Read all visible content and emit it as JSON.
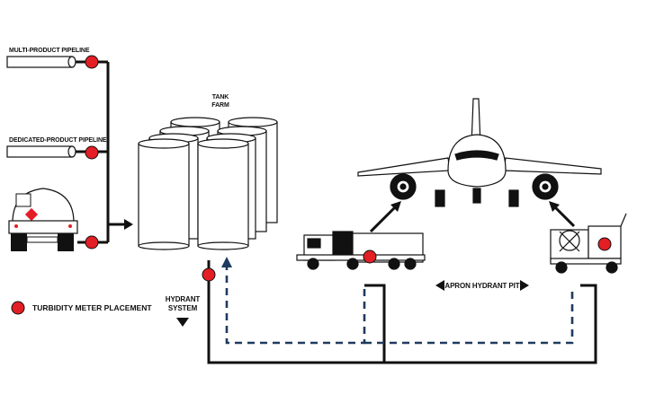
{
  "labels": {
    "multi_product_pipeline": "MULTI-PRODUCT PIPELINE",
    "dedicated_product_pipeline": "DEDICATED-PRODUCT PIPELINE",
    "tank_line1": "TANK",
    "tank_line2": "FARM",
    "hydrant_line1": "HYDRANT",
    "hydrant_line2": "SYSTEM",
    "apron_hydrant_pit": "APRON HYDRANT PIT",
    "legend": "TURBIDITY METER PLACEMENT"
  },
  "colors": {
    "meter": "#e31e24",
    "pipe": "#111111",
    "return_line": "#1f3a5f",
    "outline": "#111111"
  }
}
